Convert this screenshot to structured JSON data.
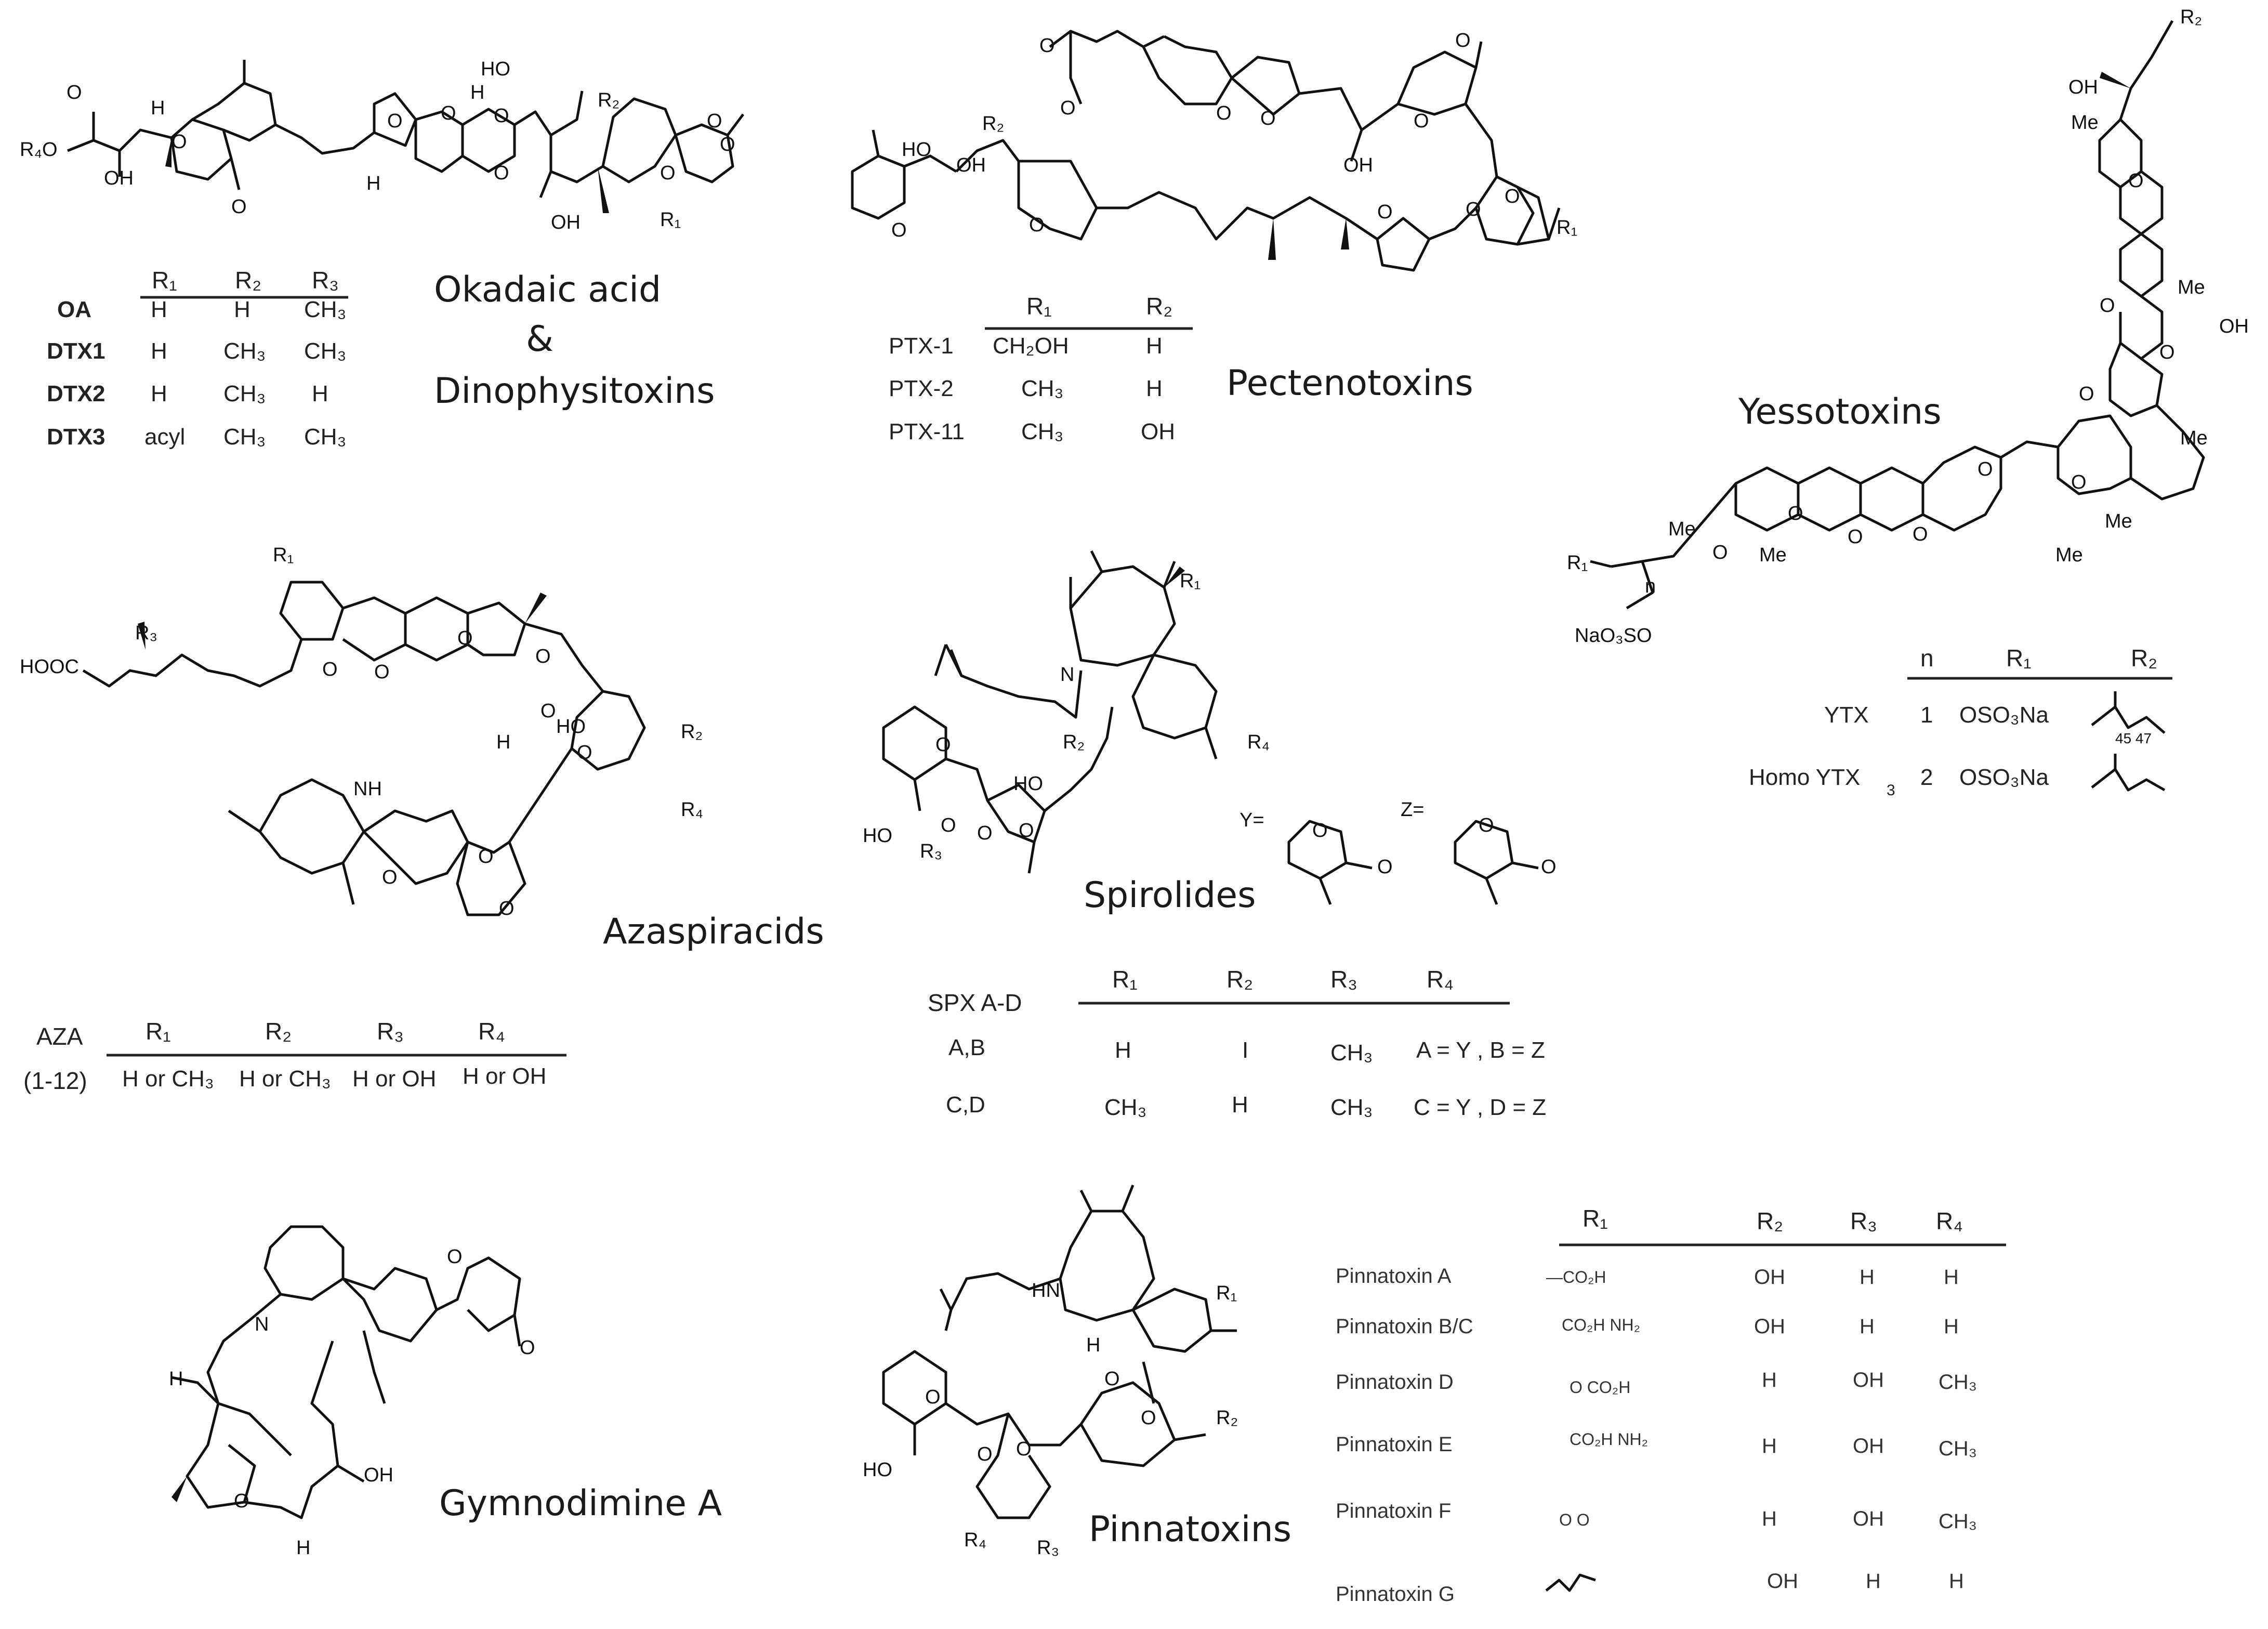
{
  "structures": {
    "okadaic": {
      "title_line1": "Okadaic acid",
      "title_line2": "&",
      "title_line3": "Dinophysitoxins",
      "atoms": [
        "O",
        "R₄O",
        "OH",
        "H",
        "O",
        "O",
        "H",
        "O",
        "O",
        "HO",
        "H",
        "O",
        "O",
        "OH",
        "R₂",
        "O",
        "O",
        "O",
        "R₁"
      ],
      "table": {
        "headers": [
          "R₁",
          "R₂",
          "R₃"
        ],
        "rows": [
          {
            "name": "OA",
            "r1": "H",
            "r2": "H",
            "r3": "CH₃"
          },
          {
            "name": "DTX1",
            "r1": "H",
            "r2": "CH₃",
            "r3": "CH₃"
          },
          {
            "name": "DTX2",
            "r1": "H",
            "r2": "CH₃",
            "r3": "H"
          },
          {
            "name": "DTX3",
            "r1": "acyl",
            "r2": "CH₃",
            "r3": "CH₃"
          }
        ]
      }
    },
    "pectenotoxins": {
      "title": "Pectenotoxins",
      "atoms": [
        "O",
        "O",
        "O",
        "O",
        "O",
        "O",
        "OH",
        "O",
        "HO",
        "OH",
        "R₂",
        "O",
        "O",
        "O",
        "O",
        "R₁"
      ],
      "table": {
        "headers": [
          "R₁",
          "R₂"
        ],
        "rows": [
          {
            "name": "PTX-1",
            "r1": "CH₂OH",
            "r2": "H"
          },
          {
            "name": "PTX-2",
            "r1": "CH₃",
            "r2": "H"
          },
          {
            "name": "PTX-11",
            "r1": "CH₃",
            "r2": "OH"
          }
        ]
      }
    },
    "yessotoxins": {
      "title": "Yessotoxins",
      "atoms": [
        "R₂",
        "OH",
        "Me",
        "O",
        "Me",
        "O",
        "OH",
        "O",
        "O",
        "Me",
        "O",
        "Me",
        "Me",
        "O",
        "O",
        "O",
        "O",
        "O",
        "Me",
        "Me",
        "R₁",
        "n",
        "NaO₃SO"
      ],
      "table": {
        "headers": [
          "n",
          "R₁",
          "R₂"
        ],
        "rows": [
          {
            "name": "YTX",
            "n": "1",
            "r1": "OSO₃Na",
            "r2": "45  47"
          },
          {
            "name": "Homo YTX",
            "sub": "3",
            "n": "2",
            "r1": "OSO₃Na",
            "r2": ""
          }
        ]
      }
    },
    "azaspiracids": {
      "title": "Azaspiracids",
      "atoms": [
        "R₁",
        "O",
        "O",
        "O",
        "R₃",
        "HOOC",
        "O",
        "O",
        "H",
        "HO",
        "R₂",
        "O",
        "R₄",
        "NH",
        "O",
        "O",
        "O"
      ],
      "table": {
        "label1": "AZA",
        "label2": "(1-12)",
        "headers": [
          "R₁",
          "R₂",
          "R₃",
          "R₄"
        ],
        "values": [
          "H or CH₃",
          "H or CH₃",
          "H or OH",
          "H or OH"
        ]
      }
    },
    "spirolides": {
      "title": "Spirolides",
      "atoms": [
        "R₁",
        "N",
        "R₂",
        "R₄",
        "HO",
        "O",
        "O",
        "HO",
        "R₃",
        "O",
        "O",
        "Y=",
        "O",
        "O",
        "Z=",
        "O",
        "O"
      ],
      "table": {
        "label": "SPX  A-D",
        "headers": [
          "R₁",
          "R₂",
          "R₃",
          "R₄"
        ],
        "rows": [
          {
            "name": "A,B",
            "r1": "H",
            "r2": "I",
            "r3": "CH₃",
            "r4": "A = Y , B = Z"
          },
          {
            "name": "C,D",
            "r1": "CH₃",
            "r2": "H",
            "r3": "CH₃",
            "r4": "C = Y , D = Z"
          }
        ]
      }
    },
    "gymnodimine": {
      "title": "Gymnodimine A",
      "atoms": [
        "N",
        "O",
        "O",
        "H",
        "O",
        "OH",
        "H"
      ]
    },
    "pinnatoxins": {
      "title": "Pinnatoxins",
      "atoms": [
        "HN",
        "R₁",
        "H",
        "O",
        "O",
        "R₂",
        "O",
        "O",
        "HO",
        "O",
        "R₄",
        "R₃"
      ],
      "table": {
        "headers": [
          "R₁",
          "R₂",
          "R₃",
          "R₄"
        ],
        "rows": [
          {
            "name": "Pinnatoxin A",
            "r1": "—CO₂H",
            "r2": "OH",
            "r3": "H",
            "r4": "H"
          },
          {
            "name": "Pinnatoxin B/C",
            "r1": "CO₂H  NH₂",
            "r2": "OH",
            "r3": "H",
            "r4": "H"
          },
          {
            "name": "Pinnatoxin D",
            "r1": "O  CO₂H",
            "r2": "H",
            "r3": "OH",
            "r4": "CH₃"
          },
          {
            "name": "Pinnatoxin E",
            "r1": "CO₂H  NH₂",
            "r2": "H",
            "r3": "OH",
            "r4": "CH₃"
          },
          {
            "name": "Pinnatoxin F",
            "r1": "O  O",
            "r2": "H",
            "r3": "OH",
            "r4": "CH₃"
          },
          {
            "name": "Pinnatoxin G",
            "r1": "",
            "r2": "OH",
            "r3": "H",
            "r4": "H"
          }
        ]
      }
    }
  }
}
